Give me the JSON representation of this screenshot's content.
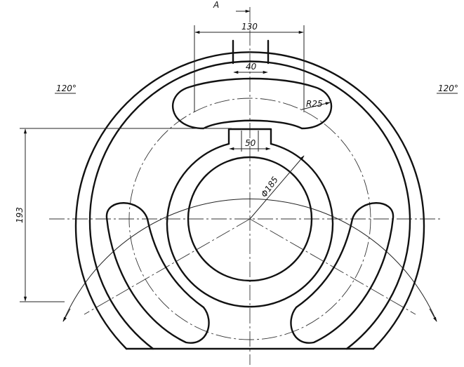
{
  "view_label": "А",
  "dimensions": {
    "top_width": "130",
    "slot_width": "40",
    "key_width": "50",
    "arc_radius": "R25",
    "height": "193",
    "bore_diameter": "Φ185",
    "angle_left": "120°",
    "angle_right": "120°"
  }
}
